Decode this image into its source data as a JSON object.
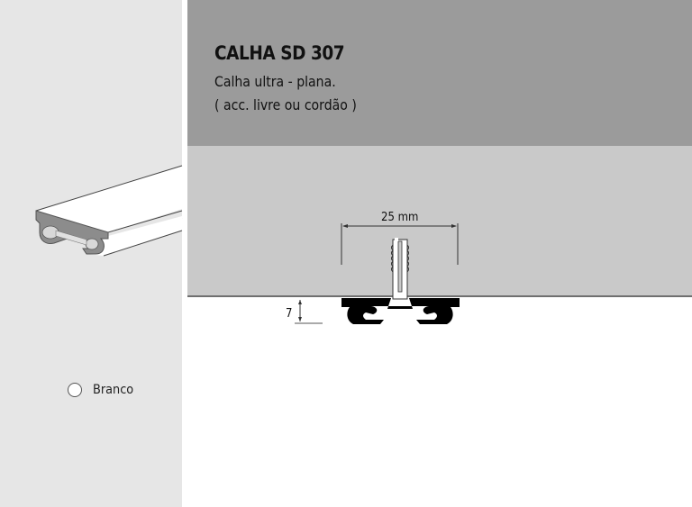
{
  "product": {
    "title": "CALHA SD 307",
    "subtitle_line1": "Calha ultra - plana.",
    "subtitle_line2": "( acc. livre ou cordão )"
  },
  "diagram": {
    "width_dimension": "25 mm",
    "height_dimension": "7"
  },
  "colors": {
    "options": [
      {
        "label": "Branco",
        "swatch": "#ffffff"
      }
    ]
  },
  "palette": {
    "left_panel": "#e6e6e6",
    "header_band": "#9b9b9b",
    "wall_band": "#c9c9c9",
    "profile": "#000000"
  }
}
